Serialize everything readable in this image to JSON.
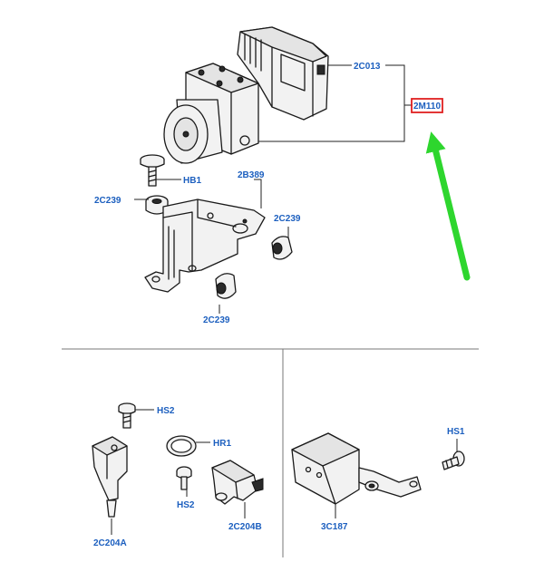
{
  "labels": {
    "abs_harness": "2C013",
    "abs_module": "2M110",
    "bolt_hb1": "HB1",
    "bracket": "2B389",
    "insulator_left": "2C239",
    "insulator_right": "2C239",
    "insulator_bottom": "2C239",
    "bolt_hs2_a": "HS2",
    "bolt_hs2_b": "HS2",
    "ring_hr1": "HR1",
    "sensor_front": "2C204A",
    "sensor_rear": "2C204B",
    "bolt_hs1": "HS1",
    "yaw_sensor": "3C187"
  },
  "colors": {
    "label": "#1c5fbf",
    "highlight_box": "#e02020",
    "arrow": "#2ed62e",
    "line": "#1a1a1a"
  },
  "highlight": "abs_module"
}
